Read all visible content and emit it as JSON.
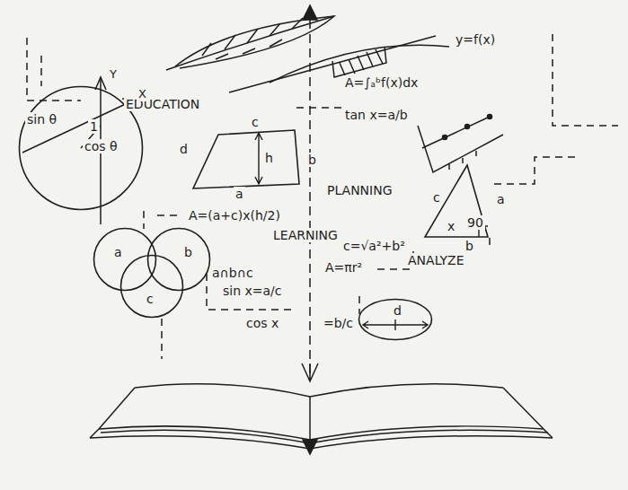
{
  "diagram": {
    "nodes": [
      {
        "text": [
          "sin θ",
          "1",
          "cos θ"
        ]
      },
      {
        "text": [
          "c",
          "h",
          "a",
          "d",
          "b"
        ]
      },
      {
        "text": [
          "a"
        ]
      },
      {
        "text": [
          "b"
        ]
      },
      {
        "text": [
          "c"
        ]
      },
      {
        "text": [
          "c",
          "x",
          "90",
          "b",
          "a"
        ]
      },
      {
        "text": [
          "d"
        ]
      }
    ],
    "labels": [
      "EDUCATION",
      "Y",
      "X",
      "y=f(x)",
      "A=∫ₐᵇf(x)dx",
      "tan x=a/b",
      "PLANNING",
      "A=(a+c)x(h/2)",
      "LEARNING",
      "c=√a²+b²",
      "ANALYZE",
      "A=πr²",
      "a∩b∩c",
      "sin x=a/c",
      "cos x",
      "=b/c"
    ]
  }
}
